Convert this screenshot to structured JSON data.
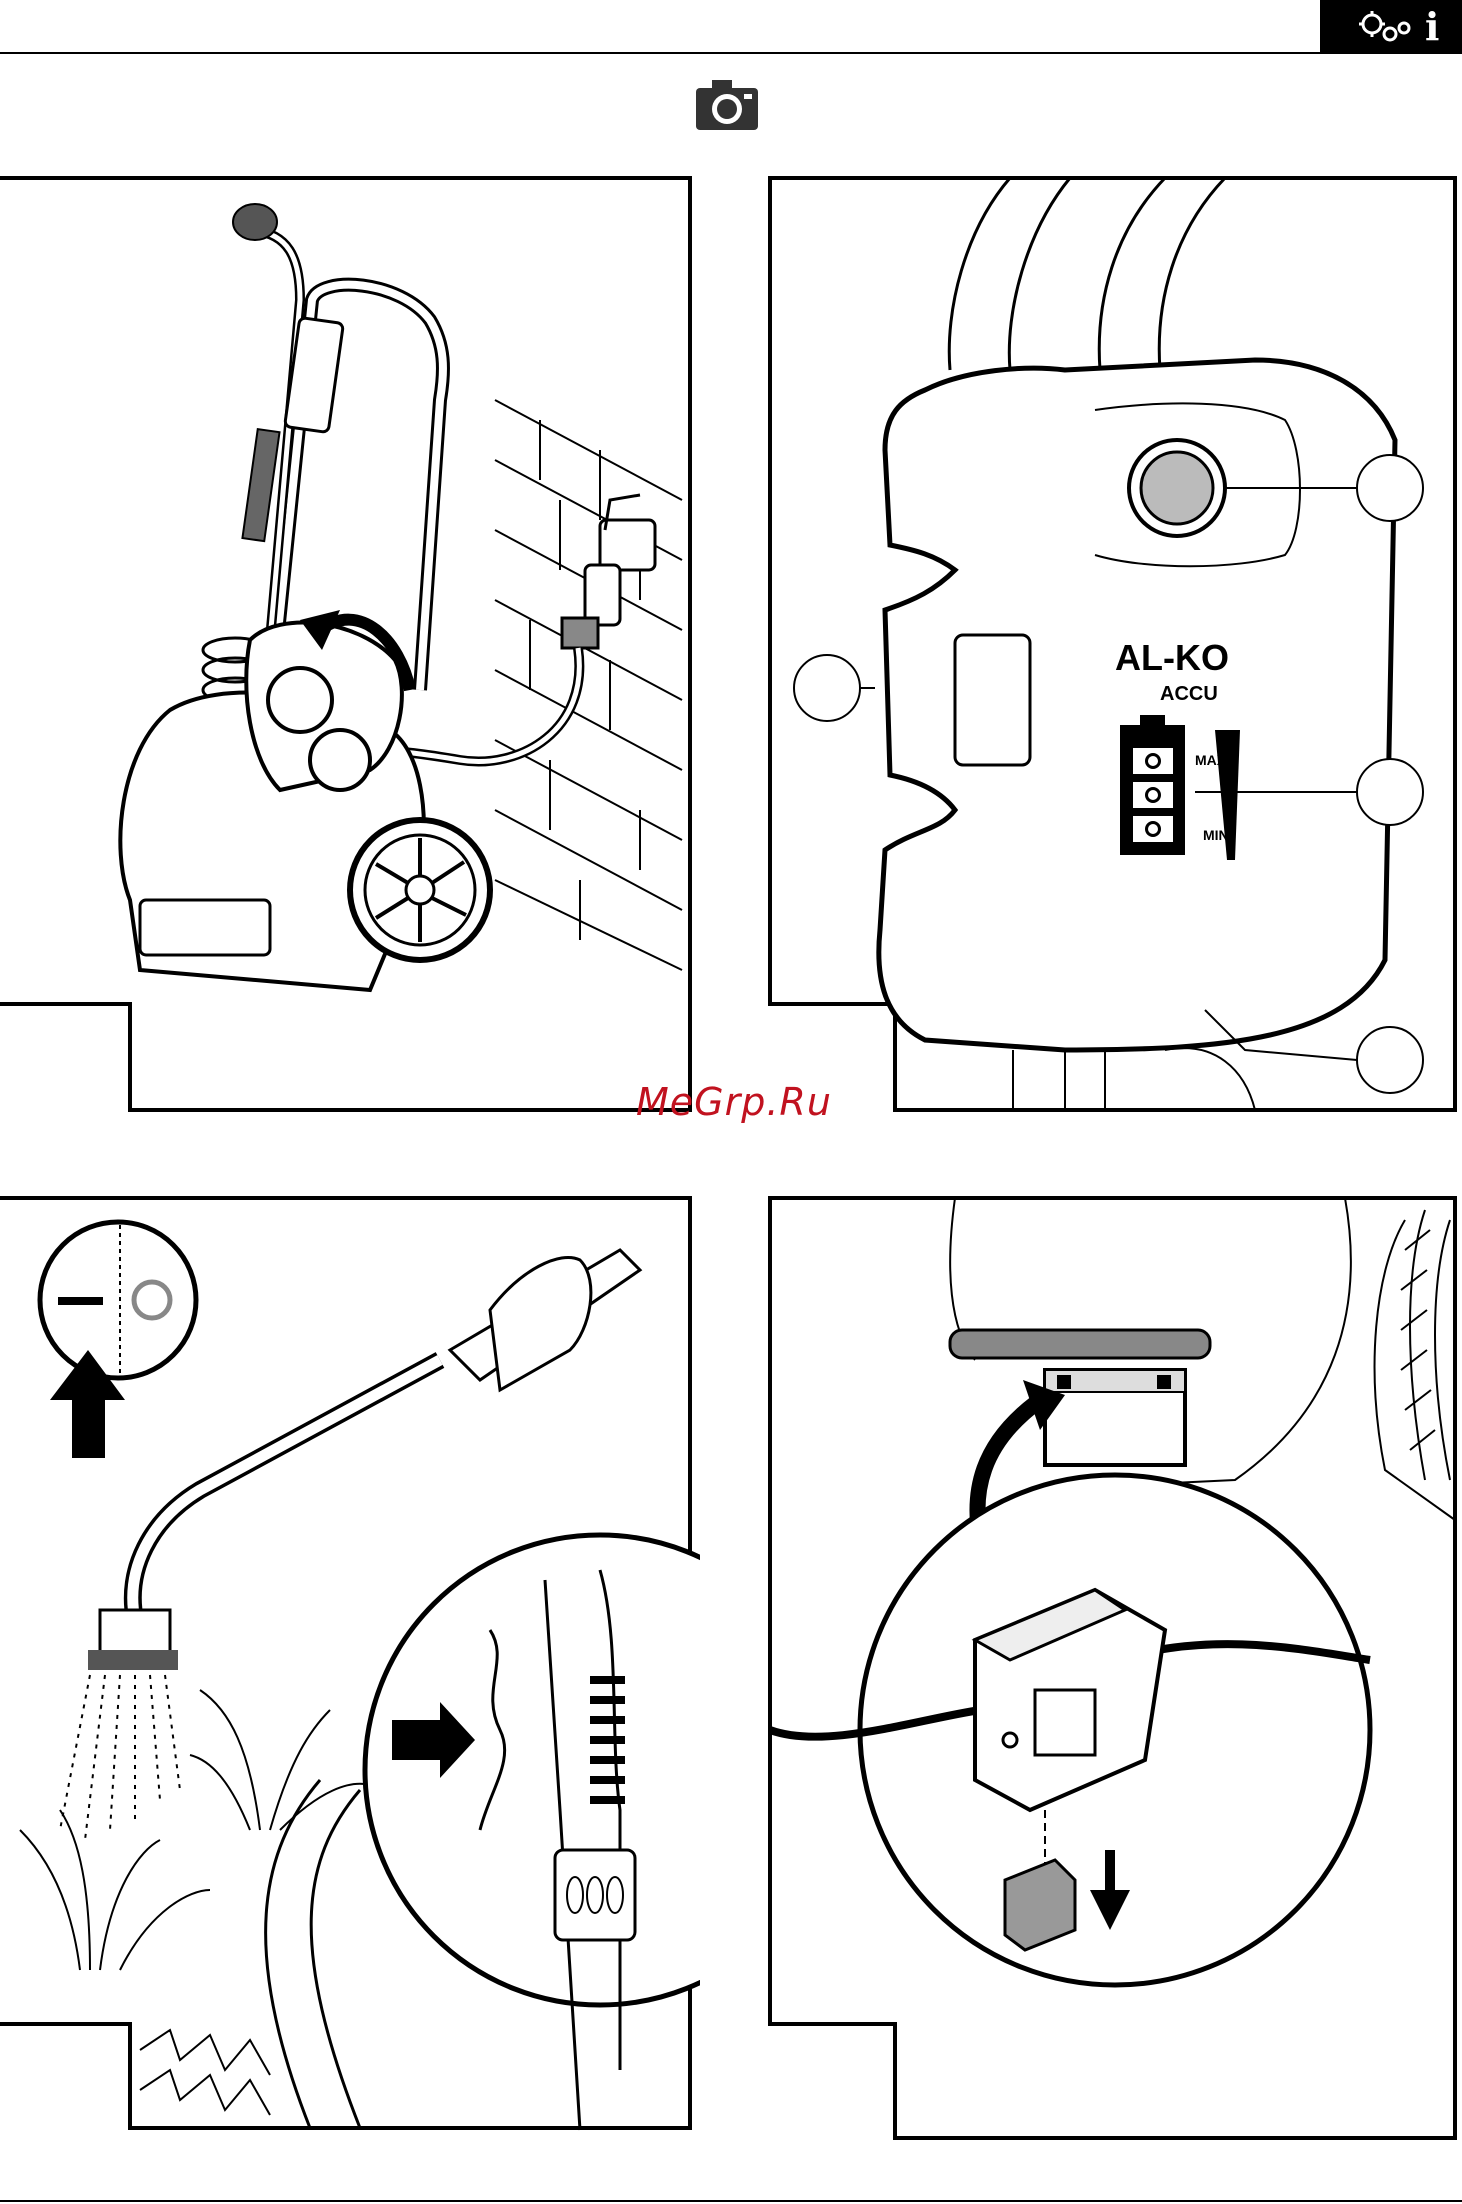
{
  "header": {
    "badge_icons": [
      "gears-icon",
      "info-icon"
    ],
    "badge_info_glyph": "i"
  },
  "toolbar_icon": "camera-icon",
  "panels": [
    {
      "id": "trolley-tap-connection"
    },
    {
      "id": "control-panel",
      "brand": "AL-KO",
      "sub_brand": "ACCU",
      "max_label": "MAX",
      "min_label": "MIN"
    },
    {
      "id": "spray-lance-watering"
    },
    {
      "id": "battery-fuse"
    }
  ],
  "watermark": "MeGrp.Ru",
  "colors": {
    "ink": "#000000",
    "paper": "#ffffff",
    "watermark": "#c1121f",
    "fill_grey": "#d9d9d9"
  }
}
